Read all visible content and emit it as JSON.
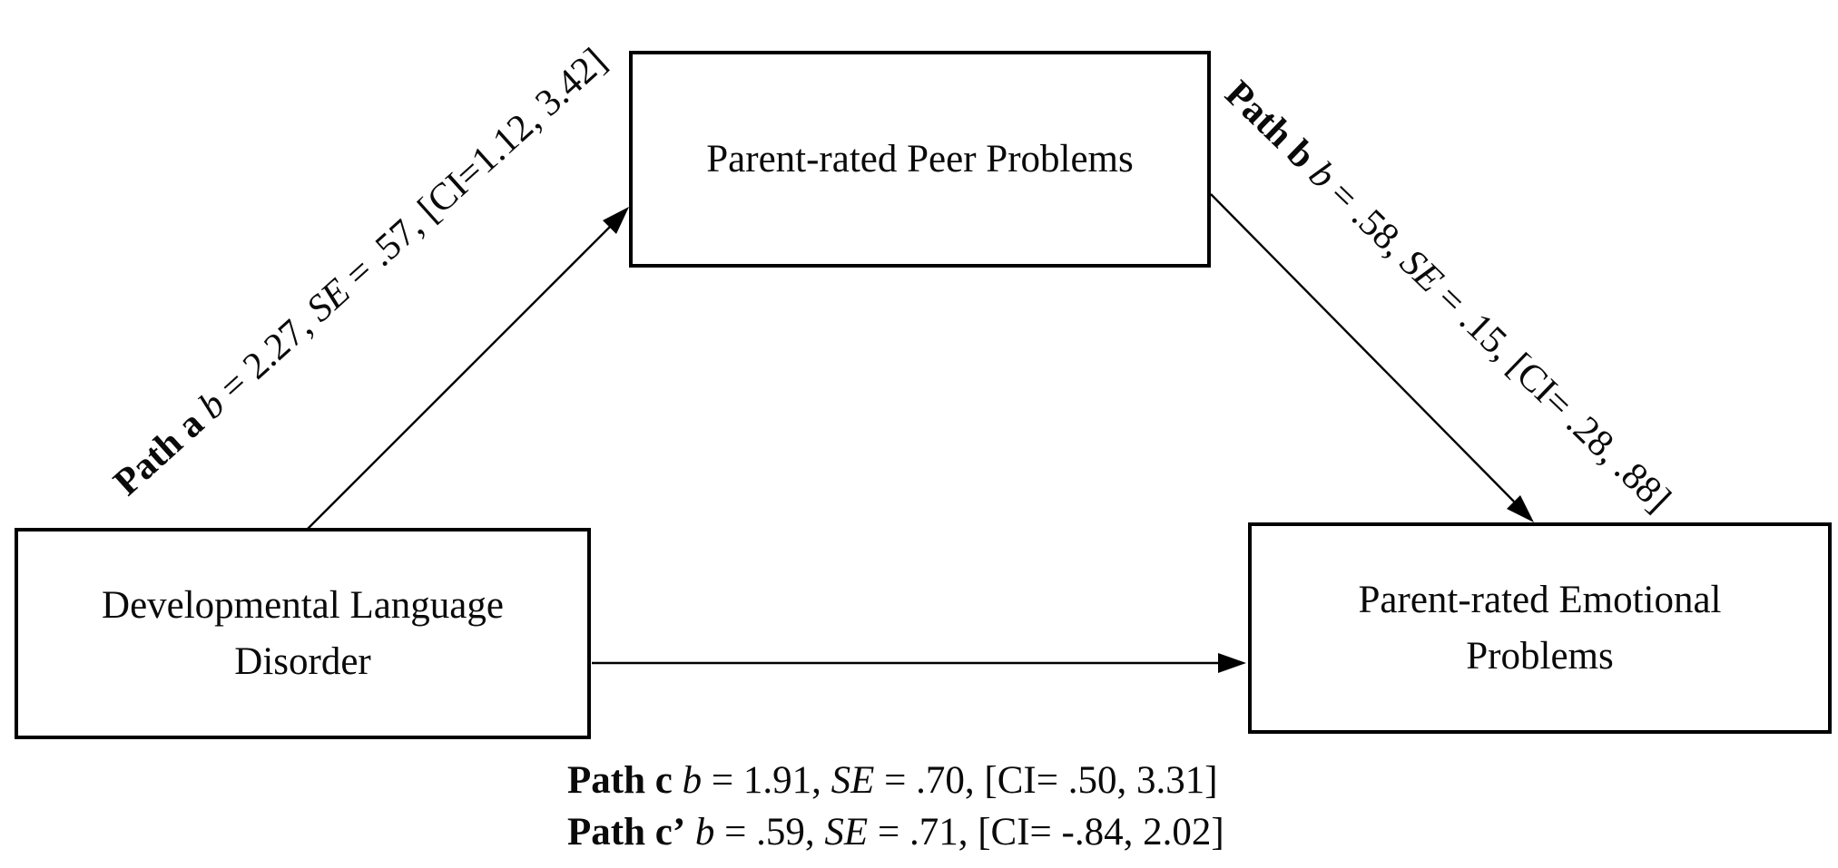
{
  "diagram": {
    "boxes": {
      "predictor": {
        "line1": "Developmental Language",
        "line2": "Disorder"
      },
      "mediator": {
        "label": "Parent-rated Peer Problems"
      },
      "outcome": {
        "line1": "Parent-rated Emotional",
        "line2": "Problems"
      }
    },
    "paths": {
      "a": {
        "name": "Path a",
        "b_var": "b",
        "b_val": "= 2.27,",
        "se_var": "SE",
        "se_val": "= .57,",
        "ci": "[CI=1.12, 3.42]"
      },
      "b": {
        "name": "Path b",
        "b_var": "b",
        "b_val": "= .58,",
        "se_var": "SE",
        "se_val": "= .15,",
        "ci": "[CI= .28, .88]"
      },
      "c": {
        "name": "Path c",
        "b_var": "b",
        "b_val": "= 1.91,",
        "se_var": "SE",
        "se_val": "= .70,",
        "ci": "[CI= .50, 3.31]"
      },
      "c_prime": {
        "name": "Path c’",
        "b_var": "b",
        "b_val": "= .59,",
        "se_var": "SE",
        "se_val": "= .71,",
        "ci": "[CI= -.84, 2.02]"
      }
    },
    "colors": {
      "line": "#000000",
      "text": "#0a0a0a",
      "background": "#ffffff"
    }
  }
}
